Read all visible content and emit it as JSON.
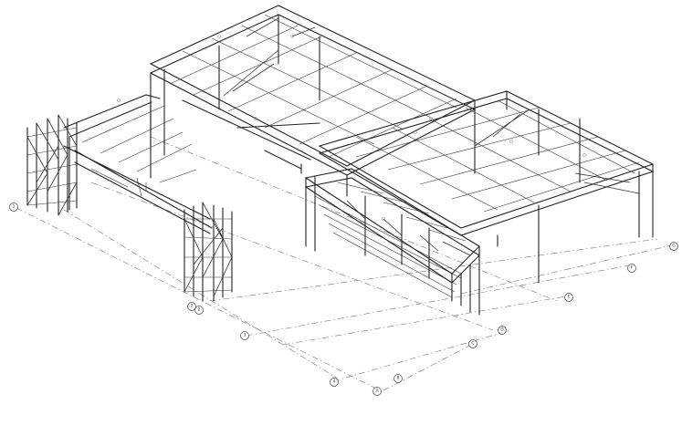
{
  "grid_bubbles": [
    {
      "id": "bubble-1",
      "label": "1"
    },
    {
      "id": "bubble-2a",
      "label": "2"
    },
    {
      "id": "bubble-2b",
      "label": "2"
    },
    {
      "id": "bubble-3",
      "label": "3"
    },
    {
      "id": "bubble-4",
      "label": "4"
    },
    {
      "id": "bubble-a",
      "label": "A"
    },
    {
      "id": "bubble-b",
      "label": "B"
    },
    {
      "id": "bubble-c",
      "label": "C"
    },
    {
      "id": "bubble-d",
      "label": "D"
    },
    {
      "id": "bubble-e",
      "label": "E"
    },
    {
      "id": "bubble-f",
      "label": "F"
    },
    {
      "id": "bubble-g",
      "label": "G"
    }
  ]
}
